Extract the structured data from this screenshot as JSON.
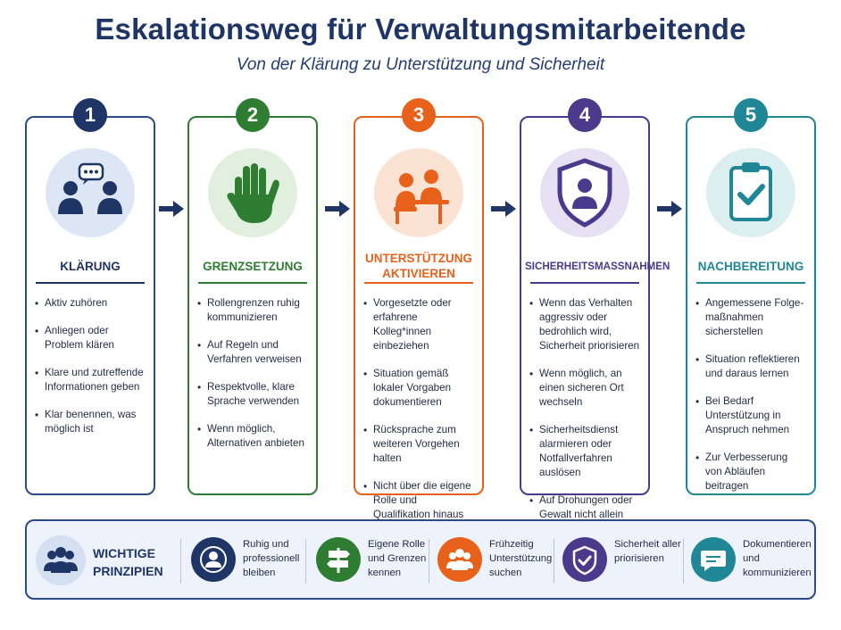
{
  "header": {
    "title": "Eskalationsweg für Verwaltungsmitarbeitende",
    "subtitle": "Von der Klärung zu Unterstützung und Sicherheit"
  },
  "colors": {
    "navy": "#1e3566",
    "green": "#2e7d32",
    "orange": "#e8611a",
    "purple": "#4a3a8c",
    "teal": "#1f8796"
  },
  "steps": [
    {
      "number": "1",
      "icon": "conversation-people-icon",
      "title": "KLÄRUNG",
      "items": [
        "Aktiv zuhören",
        "Anliegen oder Problem klären",
        "Klare und zutreffende Informationen geben",
        "Klar benennen, was möglich ist"
      ]
    },
    {
      "number": "2",
      "icon": "stop-hand-icon",
      "title": "GRENZSETZUNG",
      "items": [
        "Rollengrenzen ruhig kommunizieren",
        "Auf Regeln und Verfahren verweisen",
        "Respektvolle, klare Sprache verwenden",
        "Wenn möglich, Alternativen anbieten"
      ]
    },
    {
      "number": "3",
      "icon": "support-meeting-icon",
      "title": "UNTERSTÜTZUNG AKTIVIEREN",
      "items": [
        "Vorgesetzte oder erfahrene Kolleg*innen einbeziehen",
        "Situation gemäß lokaler Vorgaben dokumentieren",
        "Rücksprache zum weiteren Vorgehen halten",
        "Nicht über die eigene Rolle und Qualifikation hinaus handeln"
      ]
    },
    {
      "number": "4",
      "icon": "security-shield-person-icon",
      "title": "SICHERHEITSMASSNAHMEN",
      "items": [
        "Wenn das Verhalten aggressiv oder bedrohlich wird, Sicherheit priorisieren",
        "Wenn möglich, an einen sicheren Ort wechseln",
        "Sicherheitsdienst alarmieren oder Notfallverfahren auslösen",
        "Auf Drohungen oder Gewalt nicht allein reagieren"
      ]
    },
    {
      "number": "5",
      "icon": "clipboard-check-icon",
      "title": "NACHBEREITUNG",
      "items": [
        "Angemessene Folge-maßnahmen sicherstellen",
        "Situation reflektieren und daraus lernen",
        "Bei Bedarf Unterstützung in Anspruch nehmen",
        "Zur Verbesserung von Abläufen beitragen"
      ]
    }
  ],
  "principles": {
    "label": "WICHTIGE PRINZIPIEN",
    "icon": "group-people-icon",
    "items": [
      {
        "icon": "person-icon",
        "text": "Ruhig und professionell bleiben"
      },
      {
        "icon": "signpost-icon",
        "text": "Eigene Rolle und Grenzen kennen"
      },
      {
        "icon": "team-icon",
        "text": "Frühzeitig Unterstützung suchen"
      },
      {
        "icon": "shield-check-icon",
        "text": "Sicherheit aller priorisieren"
      },
      {
        "icon": "chat-icon",
        "text": "Dokumentieren und kommunizieren"
      }
    ]
  }
}
